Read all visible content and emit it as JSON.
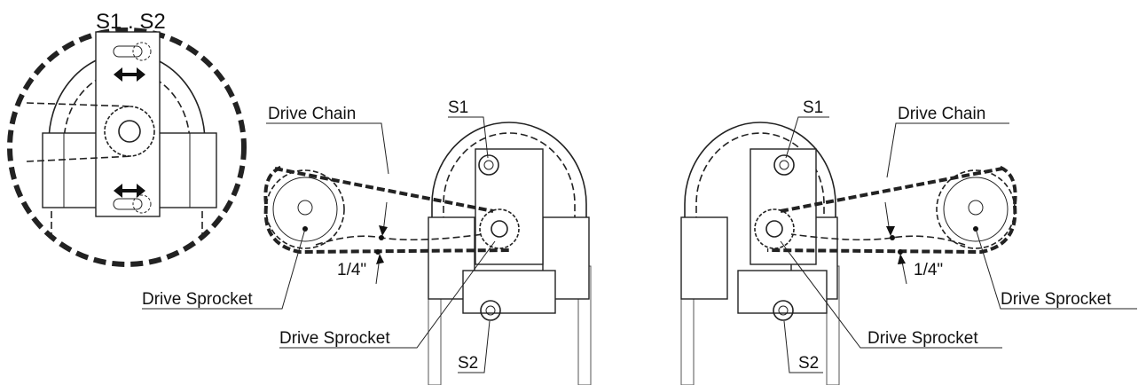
{
  "labels": {
    "inset_s1_s2": "S1 . S2",
    "drive_chain": "Drive Chain",
    "drive_sprocket": "Drive Sprocket",
    "s1": "S1",
    "s2": "S2",
    "quarter_inch": "1/4\""
  },
  "icons": {
    "arrow": "double-headed-arrow"
  },
  "colors": {
    "line": "#222222",
    "background": "#ffffff"
  }
}
